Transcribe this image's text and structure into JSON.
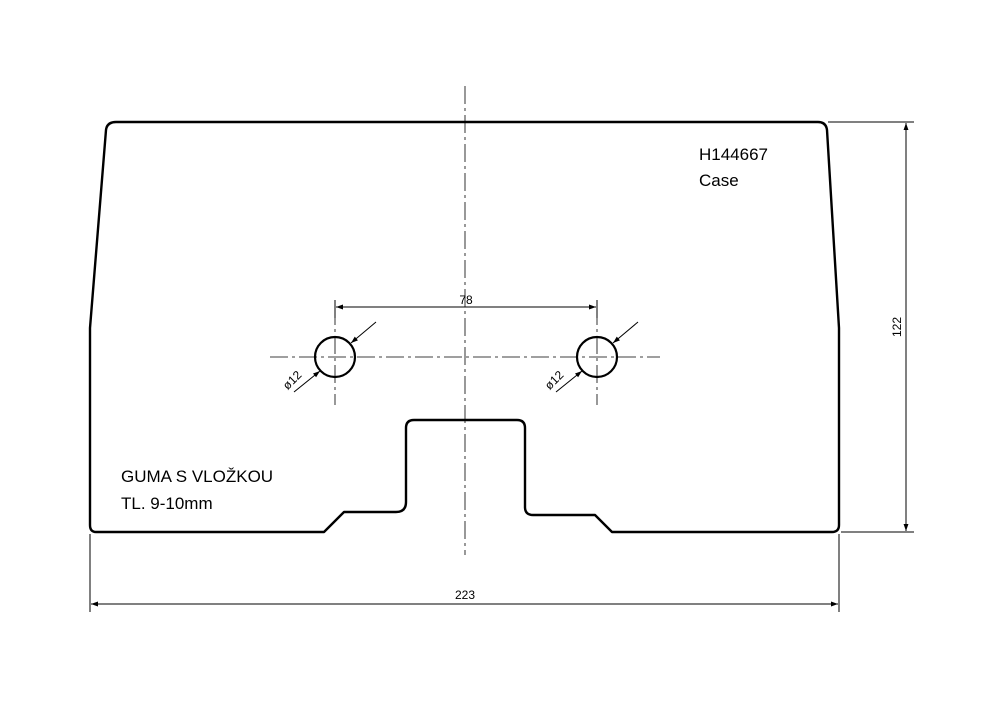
{
  "part": {
    "code": "H144667",
    "name": "Case"
  },
  "material": {
    "line1": "GUMA S VLOŽKOU",
    "line2": "TL. 9-10mm"
  },
  "dimensions": {
    "width": "223",
    "height": "122",
    "hole_spacing": "78",
    "hole_left_dia": "ø12",
    "hole_right_dia": "ø12"
  }
}
